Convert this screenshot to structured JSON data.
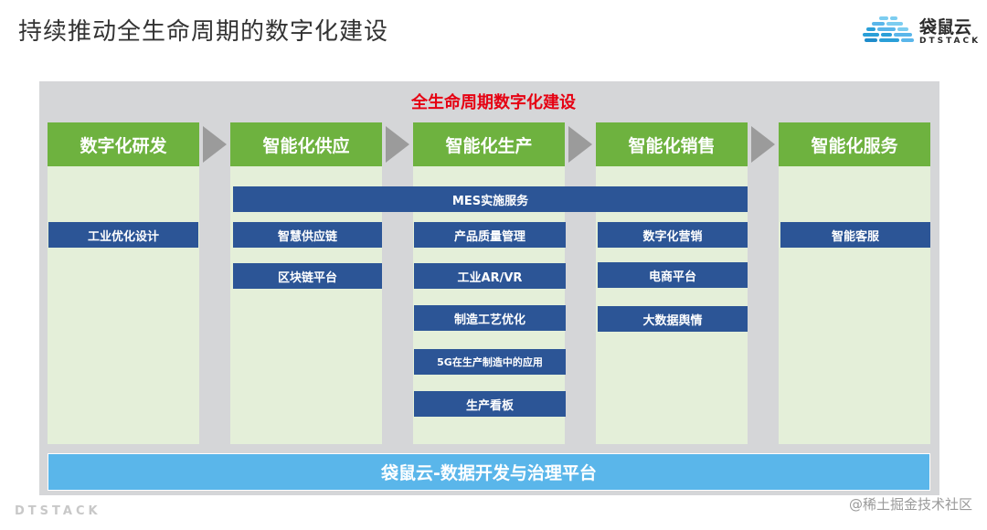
{
  "page": {
    "title": "持续推动全生命周期的数字化建设"
  },
  "logo": {
    "name": "袋鼠云",
    "sub": "DTSTACK",
    "colors": [
      "#7ccdf0",
      "#2a9fd8"
    ]
  },
  "diagram": {
    "title": "全生命周期数字化建设",
    "columns": [
      {
        "label": "数字化研发"
      },
      {
        "label": "智能化供应"
      },
      {
        "label": "智能化生产"
      },
      {
        "label": "智能化销售"
      },
      {
        "label": "智能化服务"
      }
    ],
    "shared_service": "MES实施服务",
    "items": {
      "rd_design": "工业优化设计",
      "supply_chain": "智慧供应链",
      "supply_blockchain": "区块链平台",
      "prod_quality": "产品质量管理",
      "prod_arvr": "工业AR/VR",
      "prod_process": "制造工艺优化",
      "prod_5g": "5G在生产制造中的应用",
      "prod_board": "生产看板",
      "sales_marketing": "数字化营销",
      "sales_ecommerce": "电商平台",
      "sales_bigdata": "大数据舆情",
      "service_cs": "智能客服"
    },
    "platform": "袋鼠云-数据开发与治理平台",
    "colors": {
      "header": "#6eb23f",
      "column_bg": "#e4efd9",
      "tag": "#2c5596",
      "platform": "#5ab6ea",
      "title": "#e60012",
      "arrow": "#9b9b9b",
      "panel": "#d5d6d8"
    }
  },
  "footer": {
    "brand": "DTSTACK",
    "watermark": "@稀土掘金技术社区"
  }
}
